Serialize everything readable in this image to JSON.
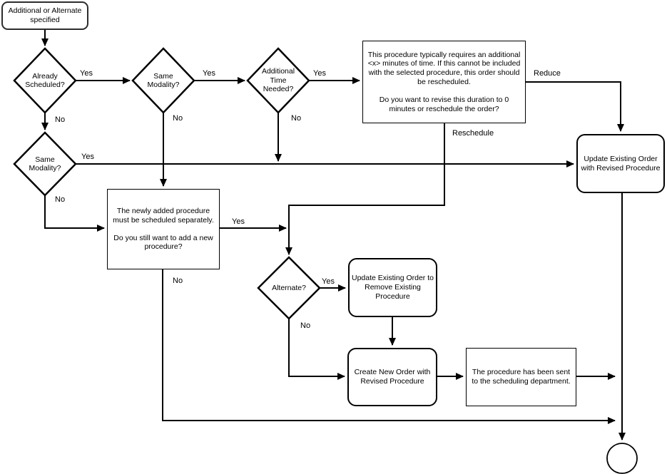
{
  "diagram": {
    "nodes": {
      "start": {
        "label": "Additional or Alternate specified"
      },
      "already_scheduled": {
        "label": "Already Scheduled?"
      },
      "same_modality_top": {
        "label": "Same Modality?"
      },
      "additional_time": {
        "label": "Additional Time Needed?"
      },
      "duration_prompt": {
        "para1": "This procedure typically requires an additional <x> minutes of time. If this cannot be included with the selected procedure, this order should be rescheduled.",
        "para2": "Do you want to revise this duration to 0 minutes or reschedule the order?"
      },
      "same_modality_left": {
        "label": "Same Modality?"
      },
      "update_existing_order": {
        "label": "Update Existing Order with Revised Procedure"
      },
      "newly_added_prompt": {
        "para1": "The newly added procedure must be scheduled separately.",
        "para2": "Do you still want to add a new procedure?"
      },
      "alternate": {
        "label": "Alternate?"
      },
      "remove_existing": {
        "label": "Update Existing Order to Remove Existing Procedure"
      },
      "create_new_order": {
        "label": "Create New Order with Revised Procedure"
      },
      "sent_notice": {
        "label": "The procedure has been sent to the scheduling department."
      }
    },
    "labels": {
      "yes": "Yes",
      "no": "No",
      "reduce": "Reduce",
      "reschedule": "Reschedule"
    },
    "colors": {
      "stroke": "#000000",
      "fill": "#ffffff"
    }
  }
}
